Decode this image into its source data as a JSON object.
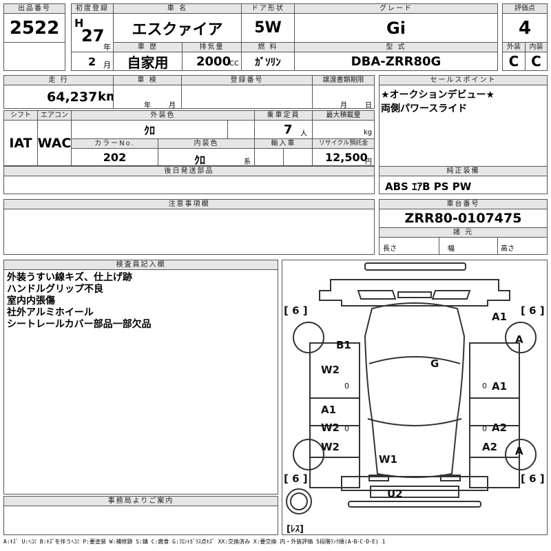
{
  "top": {
    "lot_label": "出品番号",
    "lot": "2522",
    "reg_label": "初度登録",
    "era": "H",
    "year": "27",
    "year_unit": "年",
    "month": "2",
    "month_unit": "月",
    "name_label": "車 名",
    "name": "エスクァイア",
    "history_label": "車 歴",
    "history": "自家用",
    "displacement_label": "排気量",
    "displacement": "2000",
    "displacement_unit": "CC",
    "doors_label": "ドア形状",
    "doors": "5W",
    "fuel_label": "燃 料",
    "fuel": "ｶﾞｿﾘﾝ",
    "grade_label": "グレード",
    "grade": "Gi",
    "model_label": "型 式",
    "model": "DBA-ZRR80G",
    "score_label": "評価点",
    "score": "4",
    "ext_label": "外装",
    "ext": "C",
    "int_label": "内装",
    "int": "C"
  },
  "mid": {
    "mileage_label": "走 行",
    "mileage": "64,237",
    "mileage_unit": "km",
    "inspection_label": "車 検",
    "insp_year": "年",
    "insp_month": "月",
    "plate_label": "登録番号",
    "deadline_label": "譲渡書類期限",
    "deadline_month": "月",
    "deadline_day": "日",
    "shift_label": "シフト",
    "shift": "IAT",
    "ac_label": "エアコン",
    "ac": "WAC",
    "color_label": "外装色",
    "color": "ｸﾛ",
    "color_no_label": "カラーNo.",
    "color_no": "202",
    "interior_label": "内装色",
    "interior": "ｸﾛ",
    "interior_suffix": "系",
    "seats_label": "乗車定員",
    "seats": "7",
    "seats_unit": "人",
    "load_label": "最大積載量",
    "load_unit": "kg",
    "import_label": "輸入車",
    "recycle_label": "リサイクル預託金",
    "recycle": "12,500",
    "recycle_unit": "円",
    "later_label": "後日発送部品",
    "sales_label": "セールスポイント",
    "sales_lines": [
      "★オークションデビュー★",
      "両側パワースライド"
    ],
    "equip_label": "純正装備",
    "equip": "ABS ｴｱB PS PW"
  },
  "notes": {
    "caution_label": "注意事項欄",
    "chassis_label": "車台番号",
    "chassis": "ZRR80-0107475",
    "spec_label": "諸 元",
    "length": "長さ",
    "width": "幅",
    "height": "高さ",
    "inspector_label": "検査員記入欄",
    "inspector_lines": [
      "外装うすい線キズ、仕上げ跡",
      "ハンドルグリップ不良",
      "室内内張傷",
      "社外アルミホイール",
      "シートレールカバー部品一部欠品"
    ],
    "office_label": "事務局よりご案内",
    "legend": "A:ｷｽﾞ U:ﾍｺﾐ B:ｷｽﾞを伴うﾍｺﾐ P:要塗装 W:補修跡 S:錆 C:腐食 G:ﾌﾛﾝﾄｶﾞﾗｽ点ｷｽﾞ XX:交換済み X:要交換 内・外装評価 5段階ﾗﾝｸ順(A･B･C･D･E) 1"
  },
  "diagram": {
    "tire_fl": "[ 6 ]",
    "tire_fr": "[ 6 ]",
    "tire_rl": "[ 6 ]",
    "tire_rr": "[ 6 ]",
    "spare": "[ﾚｽ]",
    "marks": [
      "A1",
      "A",
      "B1",
      "G",
      "W2",
      "0",
      "0",
      "A1",
      "A1",
      "W2",
      "0",
      "0",
      "A2",
      "W2",
      "A2",
      "A",
      "W1",
      "U2"
    ]
  }
}
